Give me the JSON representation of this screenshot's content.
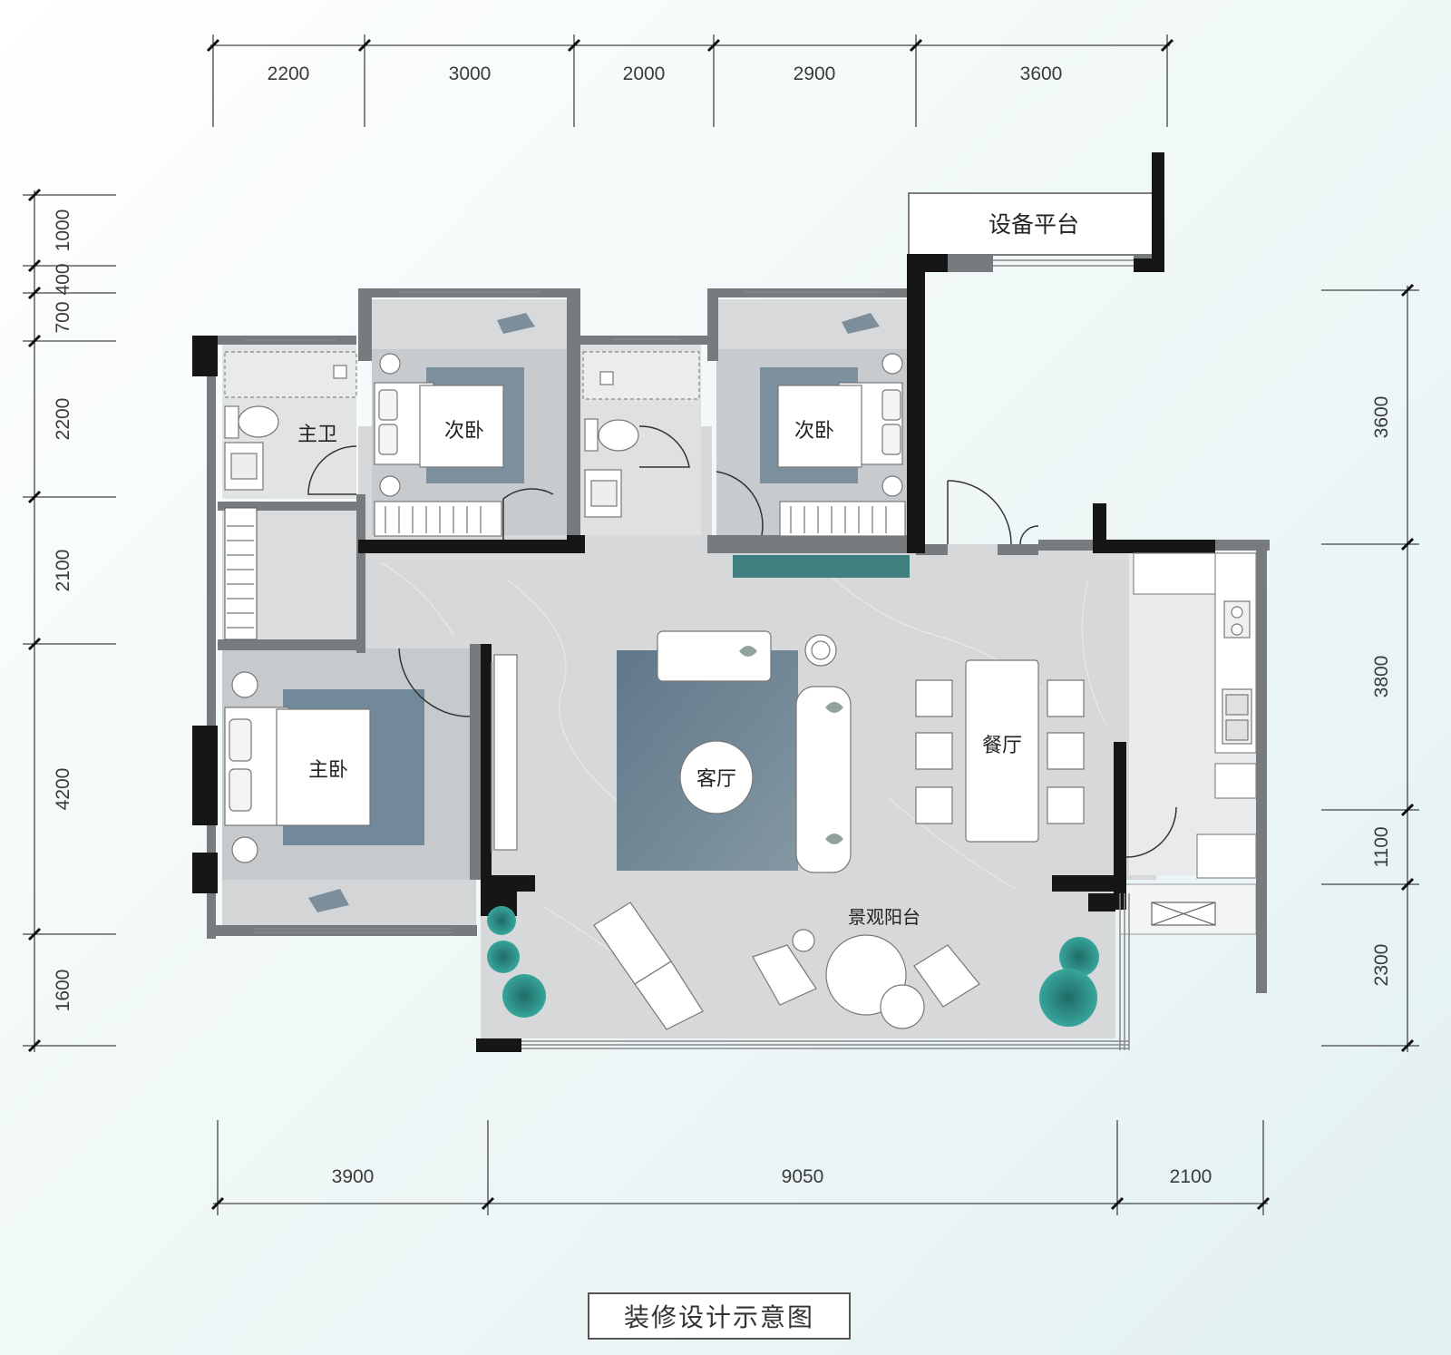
{
  "dimensions": {
    "top": [
      "2200",
      "3000",
      "2000",
      "2900",
      "3600"
    ],
    "bottom": [
      "3900",
      "9050",
      "2100"
    ],
    "left": [
      "1000",
      "400",
      "700",
      "2200",
      "2100",
      "4200",
      "1600"
    ],
    "right": [
      "3600",
      "3800",
      "1100",
      "2300"
    ]
  },
  "rooms": {
    "equipment_platform": "设备平台",
    "master_bath": "主卫",
    "second_bedroom_1": "次卧",
    "second_bedroom_2": "次卧",
    "master_bedroom": "主卧",
    "living_room": "客厅",
    "dining_room": "餐厅",
    "balcony": "景观阳台"
  },
  "caption": "装修设计示意图",
  "colors": {
    "wall": "#1a1a1a",
    "wall_gray": "#7a7a7a",
    "floor_light": "#d9dbdc",
    "floor_dark": "#c4c7c9",
    "rug": "#6e8594",
    "teal_accent": "#3f7f80",
    "plants": "#2b8a84"
  }
}
